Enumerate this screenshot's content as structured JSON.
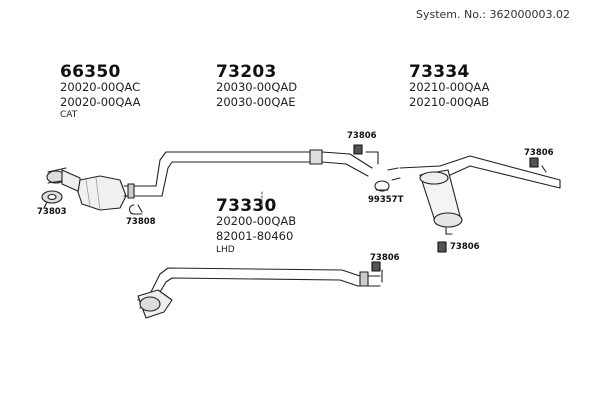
{
  "system_number": "System. No.: 362000003.02",
  "groups": {
    "cat": {
      "part": "66350",
      "codes": [
        "20020-00QAC",
        "20020-00QAA"
      ],
      "note": "CAT"
    },
    "mid": {
      "part": "73203",
      "codes": [
        "20030-00QAD",
        "20030-00QAE"
      ]
    },
    "rear": {
      "part": "73334",
      "codes": [
        "20210-00QAA",
        "20210-00QAB"
      ]
    },
    "lhd": {
      "part": "73330",
      "codes": [
        "20200-00QAB",
        "82001-80460"
      ],
      "note": "LHD"
    }
  },
  "labels": {
    "gasket": "73803",
    "clamp": "73808",
    "hanger_mid": "73806",
    "hanger_rear": "73806",
    "hanger_box": "73806",
    "hanger_lhd": "73806",
    "rear_clamp": "99357T"
  }
}
